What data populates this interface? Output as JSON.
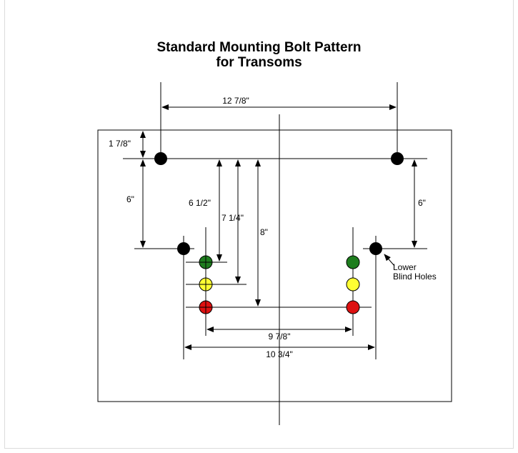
{
  "title_line1": "Standard Mounting Bolt Pattern",
  "title_line2": "for Transoms",
  "dimensions": {
    "top_width": "12 7/8\"",
    "top_offset": "1 7/8\"",
    "left_vertical": "6\"",
    "right_vertical": "6\"",
    "green_depth": "6 1/2\"",
    "yellow_depth": "7 1/4\"",
    "red_depth": "8\"",
    "inner_width": "9 7/8\"",
    "outer_width": "10 3/4\""
  },
  "callout": {
    "line1": "Lower",
    "line2": "Blind Holes"
  },
  "colors": {
    "green": "#1e7d1e",
    "yellow": "#ffff33",
    "red": "#dd1111",
    "black": "#000000"
  }
}
